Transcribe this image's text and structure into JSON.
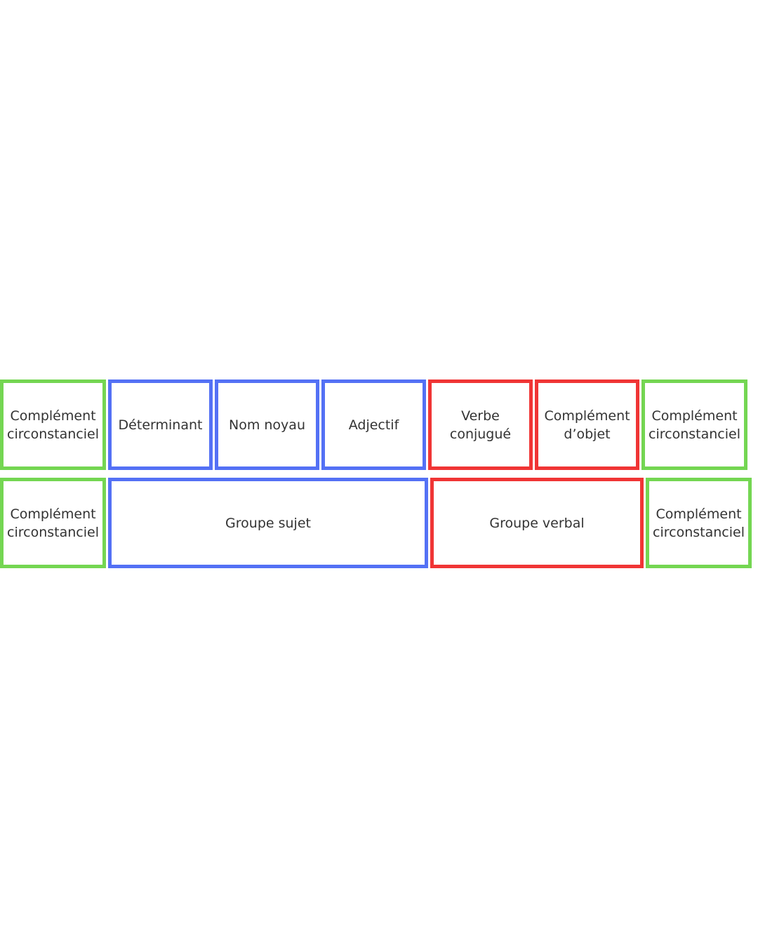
{
  "colors": {
    "complement": "#74d652",
    "sujet": "#5471f5",
    "verbal": "#f03535",
    "text": "#333333"
  },
  "row_words": [
    {
      "label": "Complément\ncirconstanciel",
      "color": "green"
    },
    {
      "label": "Déterminant",
      "color": "blue"
    },
    {
      "label": "Nom noyau",
      "color": "blue"
    },
    {
      "label": "Adjectif",
      "color": "blue"
    },
    {
      "label": "Verbe\nconjugué",
      "color": "red"
    },
    {
      "label": "Complément\nd’objet",
      "color": "red"
    },
    {
      "label": "Complément\ncirconstanciel",
      "color": "green"
    }
  ],
  "row_groups": [
    {
      "label": "Complément\ncirconstanciel",
      "color": "green"
    },
    {
      "label": "Groupe sujet",
      "color": "blue"
    },
    {
      "label": "Groupe verbal",
      "color": "red"
    },
    {
      "label": "Complément\ncirconstanciel",
      "color": "green"
    }
  ]
}
